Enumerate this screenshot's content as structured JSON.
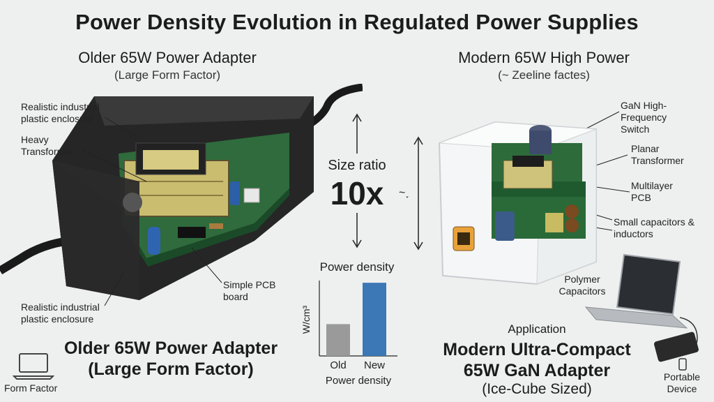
{
  "title": "Power Density Evolution in Regulated Power Supplies",
  "left": {
    "heading": "Older 65W Power Adapter",
    "subheading": "(Large Form Factor)",
    "callouts": {
      "enclosure_top": "Realistic industrial plastic enclosure",
      "transformer": "Heavy Transformer",
      "pcb": "Simple PCB board",
      "enclosure_bottom": "Realistic industrial plastic enclosure"
    },
    "caption_line1": "Older 65W Power Adapter",
    "caption_line2": "(Large Form Factor)",
    "corner_label": "Form Factor"
  },
  "middle": {
    "size_ratio_label": "Size ratio",
    "size_ratio_value": "10x",
    "approx_mark": "~˯"
  },
  "right": {
    "heading": "Modern 65W High Power",
    "subheading": "(~ Zeeline factes)",
    "callouts": {
      "gan": "GaN High-Frequency Switch",
      "planar": "Planar Transformer",
      "multilayer": "Multilayer PCB",
      "small_caps": "Small capacitors & inductors",
      "polymer": "Polymer Capacitors"
    },
    "application_label": "Application",
    "caption_line1": "Modern Ultra-Compact",
    "caption_line2": "65W GaN Adapter",
    "caption_line3": "(Ice-Cube Sized)",
    "portable_label": "Portable Device"
  },
  "chart_data": {
    "type": "bar",
    "title": "Power density",
    "ylabel": "W/cm³",
    "xlabel": "Power density",
    "categories": [
      "Old",
      "New"
    ],
    "values": [
      1,
      2.3
    ],
    "colors": [
      "#9a9a9a",
      "#3b78b5"
    ]
  }
}
